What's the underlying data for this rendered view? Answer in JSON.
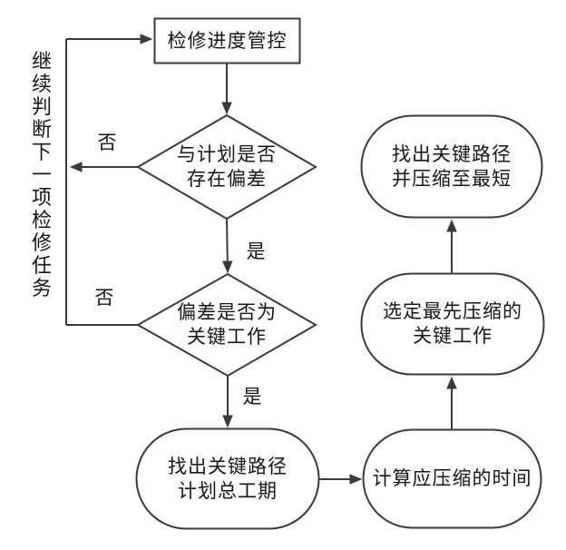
{
  "diagram": {
    "kind": "flowchart",
    "colors": {
      "line": "#3a3a3a",
      "text": "#161616",
      "background": "#ffffff"
    },
    "nodes": {
      "progress_control": {
        "type": "process",
        "label": "检修进度管控"
      },
      "deviation_check": {
        "type": "decision",
        "line1": "与计划是否",
        "line2": "存在偏差"
      },
      "critical_work_check": {
        "type": "decision",
        "line1": "偏差是否为",
        "line2": "关键工作"
      },
      "find_critical_path": {
        "type": "terminal",
        "line1": "找出关键路径",
        "line2": "计划总工期"
      },
      "calc_compress_time": {
        "type": "terminal",
        "label": "计算应压缩的时间"
      },
      "select_first_compress": {
        "type": "terminal",
        "line1": "选定最先压缩的",
        "line2": "关键工作"
      },
      "compress_to_shortest": {
        "type": "terminal",
        "line1": "找出关键路径",
        "line2": "并压缩至最短"
      }
    },
    "edge_labels": {
      "deviation_no": "否",
      "deviation_yes": "是",
      "critical_no": "否",
      "critical_yes": "是"
    },
    "side_note": "继续判断下一项检修任务"
  }
}
